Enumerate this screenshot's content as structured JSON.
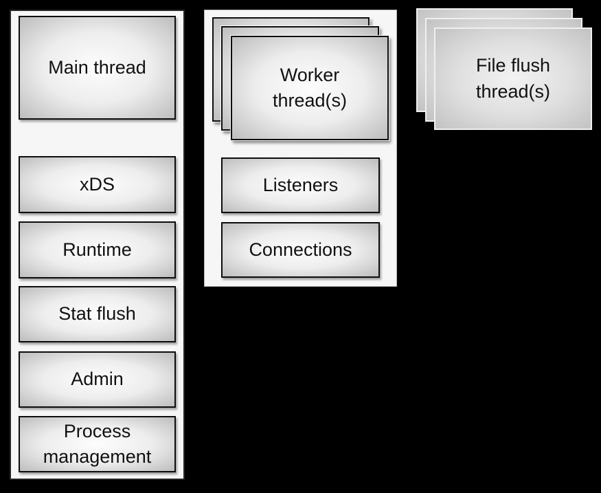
{
  "diagram": {
    "main_thread_group": {
      "thread_box": {
        "label": "Main thread"
      },
      "task_boxes": [
        {
          "label": "xDS"
        },
        {
          "label": "Runtime"
        },
        {
          "label": "Stat flush"
        },
        {
          "label": "Admin"
        },
        {
          "label": "Process\nmanagement"
        }
      ]
    },
    "worker_thread_group": {
      "thread_box": {
        "label": "Worker\nthread(s)"
      },
      "task_boxes": [
        {
          "label": "Listeners"
        },
        {
          "label": "Connections"
        }
      ]
    },
    "file_flush_group": {
      "thread_box": {
        "label": "File flush\nthread(s)"
      }
    },
    "colors": {
      "background": "#000000",
      "panel_fill": "#f6f6f6",
      "panel_border_dark": "#262626",
      "box_border": "#0d0d0d",
      "box_gradient_center": "#fdfdfd",
      "box_gradient_edge": "#bdbdbd",
      "soft_box_border": "#f0f0f0",
      "text": "#111111"
    }
  }
}
